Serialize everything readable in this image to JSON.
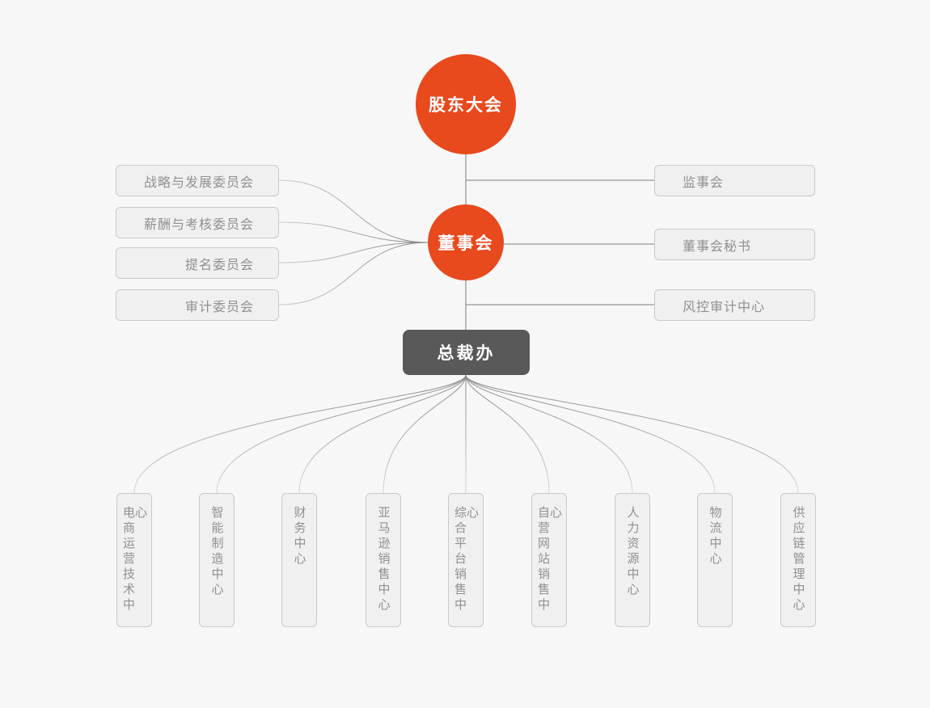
{
  "colors": {
    "accent_orange": "#e8491d",
    "dark_node": "#595959",
    "light_node_fill": "#f0f0f0",
    "light_node_border": "#c9c9c9",
    "label_gray": "#909090",
    "line_gray": "#7d7d7d",
    "background": "#f7f7f7"
  },
  "org": {
    "root": {
      "label": "股东大会"
    },
    "board": {
      "label": "董事会"
    },
    "president_office": {
      "label": "总裁办"
    },
    "committees": [
      {
        "label": "战略与发展委员会"
      },
      {
        "label": "薪酬与考核委员会"
      },
      {
        "label": "提名委员会"
      },
      {
        "label": "审计委员会"
      }
    ],
    "right_nodes": [
      {
        "label": "监事会"
      },
      {
        "label": "董事会秘书"
      },
      {
        "label": "风控审计中心"
      }
    ],
    "departments": [
      {
        "label": "电商运营技术中心"
      },
      {
        "label": "智能制造中心"
      },
      {
        "label": "财务中心"
      },
      {
        "label": "亚马逊销售中心"
      },
      {
        "label": "综合平台销售中心"
      },
      {
        "label": "自营网站销售中心"
      },
      {
        "label": "人力资源中心"
      },
      {
        "label": "物流中心"
      },
      {
        "label": "供应链管理中心"
      }
    ]
  }
}
